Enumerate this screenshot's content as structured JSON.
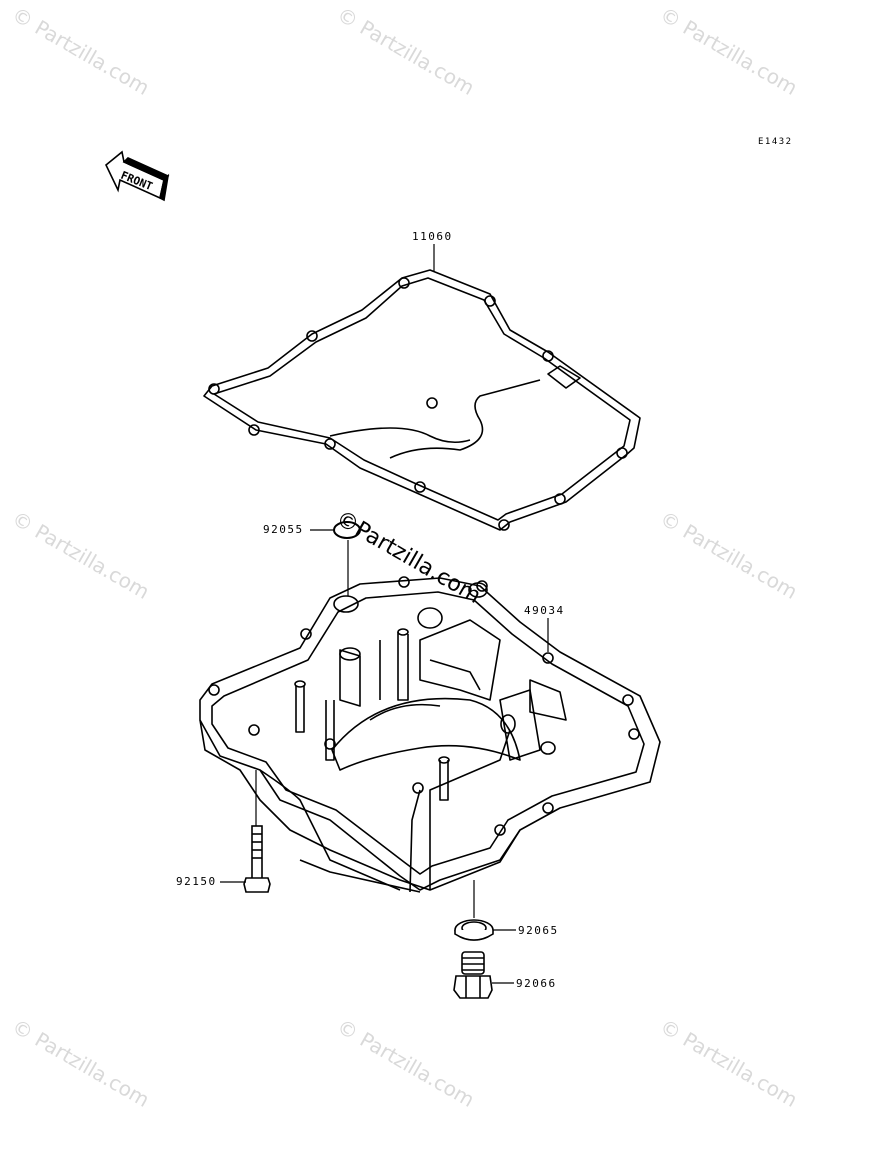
{
  "diagram_code": "E1432",
  "front_label": "FRONT",
  "watermark_text": "© Partzilla.com",
  "center_watermark": "©Partzilla.com",
  "parts": {
    "gasket": "11060",
    "o_ring": "92055",
    "oil_pan": "49034",
    "bolt": "92150",
    "washer": "92065",
    "drain_plug": "92066"
  }
}
